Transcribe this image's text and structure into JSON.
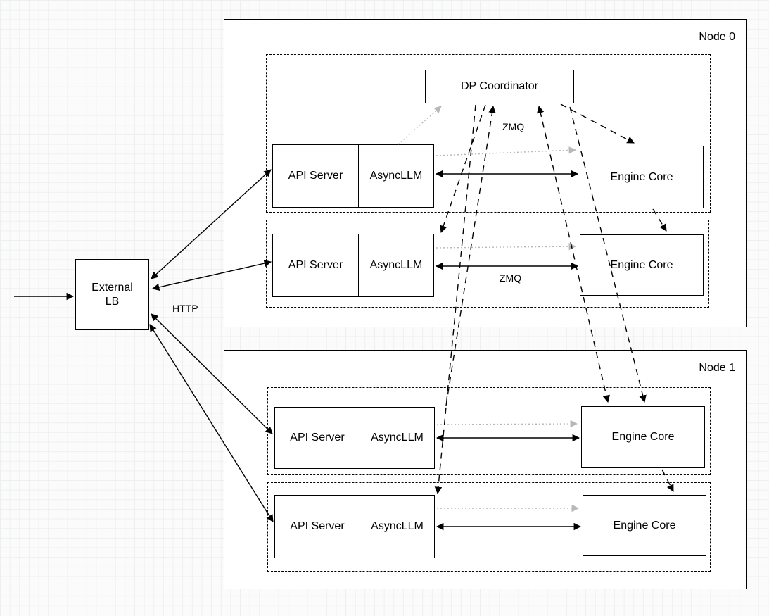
{
  "diagram": {
    "external_lb": {
      "line1": "External",
      "line2": "LB"
    },
    "dp_coordinator": "DP Coordinator",
    "labels": {
      "http": "HTTP",
      "zmq_top": "ZMQ",
      "zmq_mid": "ZMQ"
    },
    "nodes": [
      {
        "name": "Node 0",
        "ranks": [
          {
            "api_server": "API Server",
            "asyncllm": "AsyncLLM",
            "engine_core": "Engine Core"
          },
          {
            "api_server": "API Server",
            "asyncllm": "AsyncLLM",
            "engine_core": "Engine Core"
          }
        ]
      },
      {
        "name": "Node 1",
        "ranks": [
          {
            "api_server": "API Server",
            "asyncllm": "AsyncLLM",
            "engine_core": "Engine Core"
          },
          {
            "api_server": "API Server",
            "asyncllm": "AsyncLLM",
            "engine_core": "Engine Core"
          }
        ]
      }
    ]
  }
}
